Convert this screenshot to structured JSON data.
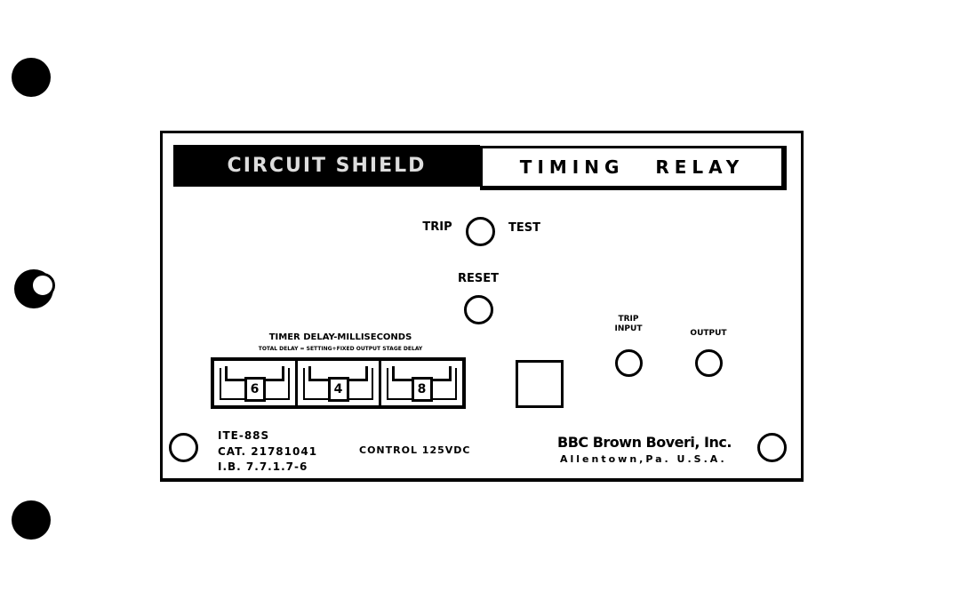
{
  "header": {
    "brand_logo": "CIRCUIT SHIELD",
    "title": "TIMING RELAY"
  },
  "controls": {
    "trip_label": "TRIP",
    "test_label": "TEST",
    "reset_label": "RESET",
    "trip_input_label_1": "TRIP",
    "trip_input_label_2": "INPUT",
    "output_label": "OUTPUT"
  },
  "timer": {
    "title": "TIMER DELAY-MILLISECONDS",
    "subtitle": "TOTAL DELAY = SETTING+FIXED OUTPUT STAGE DELAY",
    "digits": [
      "6",
      "4",
      "8"
    ]
  },
  "info": {
    "model": "ITE-88S",
    "catalog": "CAT. 21781041",
    "ib": "I.B.  7.7.1.7-6",
    "control": "CONTROL  125VDC"
  },
  "maker": {
    "name": "BBC Brown Boveri, Inc.",
    "location": "Allentown,Pa. U.S.A."
  }
}
